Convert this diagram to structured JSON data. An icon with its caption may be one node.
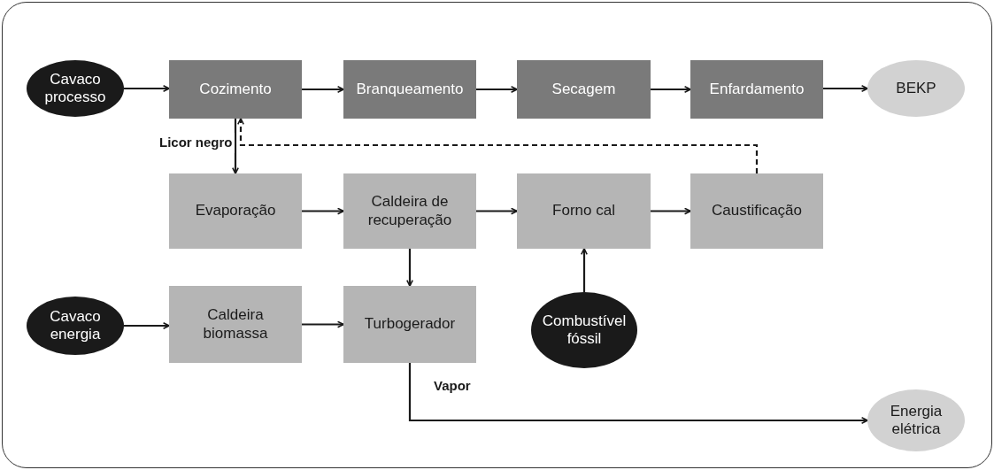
{
  "diagram": {
    "nodes": [
      {
        "text": [
          "Cavaco processo"
        ]
      },
      {
        "text": [
          "Cozimento"
        ]
      },
      {
        "text": [
          "Branqueamento"
        ]
      },
      {
        "text": [
          "Secagem"
        ]
      },
      {
        "text": [
          "Enfardamento"
        ]
      },
      {
        "text": [
          "BEKP"
        ]
      },
      {
        "text": [
          "Evaporação"
        ]
      },
      {
        "text": [
          "Caldeira de recuperação"
        ]
      },
      {
        "text": [
          "Forno cal"
        ]
      },
      {
        "text": [
          "Caustificação"
        ]
      },
      {
        "text": [
          "Cavaco energia"
        ]
      },
      {
        "text": [
          "Caldeira biomassa"
        ]
      },
      {
        "text": [
          "Turbogerador"
        ]
      },
      {
        "text": [
          "Combustível fóssil"
        ]
      },
      {
        "text": [
          "Energia elétrica"
        ]
      }
    ],
    "edges": [
      {
        "from": 0,
        "to": 1,
        "arrow": "to"
      },
      {
        "from": 1,
        "to": 2,
        "arrow": "to"
      },
      {
        "from": 2,
        "to": 3,
        "arrow": "to"
      },
      {
        "from": 3,
        "to": 4,
        "arrow": "to"
      },
      {
        "from": 4,
        "to": 5,
        "arrow": "to"
      },
      {
        "from": 1,
        "to": 6,
        "arrow": "to",
        "label": "Licor negro"
      },
      {
        "from": 9,
        "to": 1,
        "arrow": "to",
        "style": "dashed"
      },
      {
        "from": 6,
        "to": 7,
        "arrow": "to"
      },
      {
        "from": 7,
        "to": 8,
        "arrow": "to"
      },
      {
        "from": 8,
        "to": 9,
        "arrow": "to"
      },
      {
        "from": 7,
        "to": 12,
        "arrow": "to"
      },
      {
        "from": 10,
        "to": 11,
        "arrow": "to"
      },
      {
        "from": 11,
        "to": 12,
        "arrow": "to"
      },
      {
        "from": 13,
        "to": 8,
        "arrow": "to"
      },
      {
        "from": 12,
        "to": 14,
        "arrow": "to",
        "label": "Vapor"
      }
    ]
  }
}
